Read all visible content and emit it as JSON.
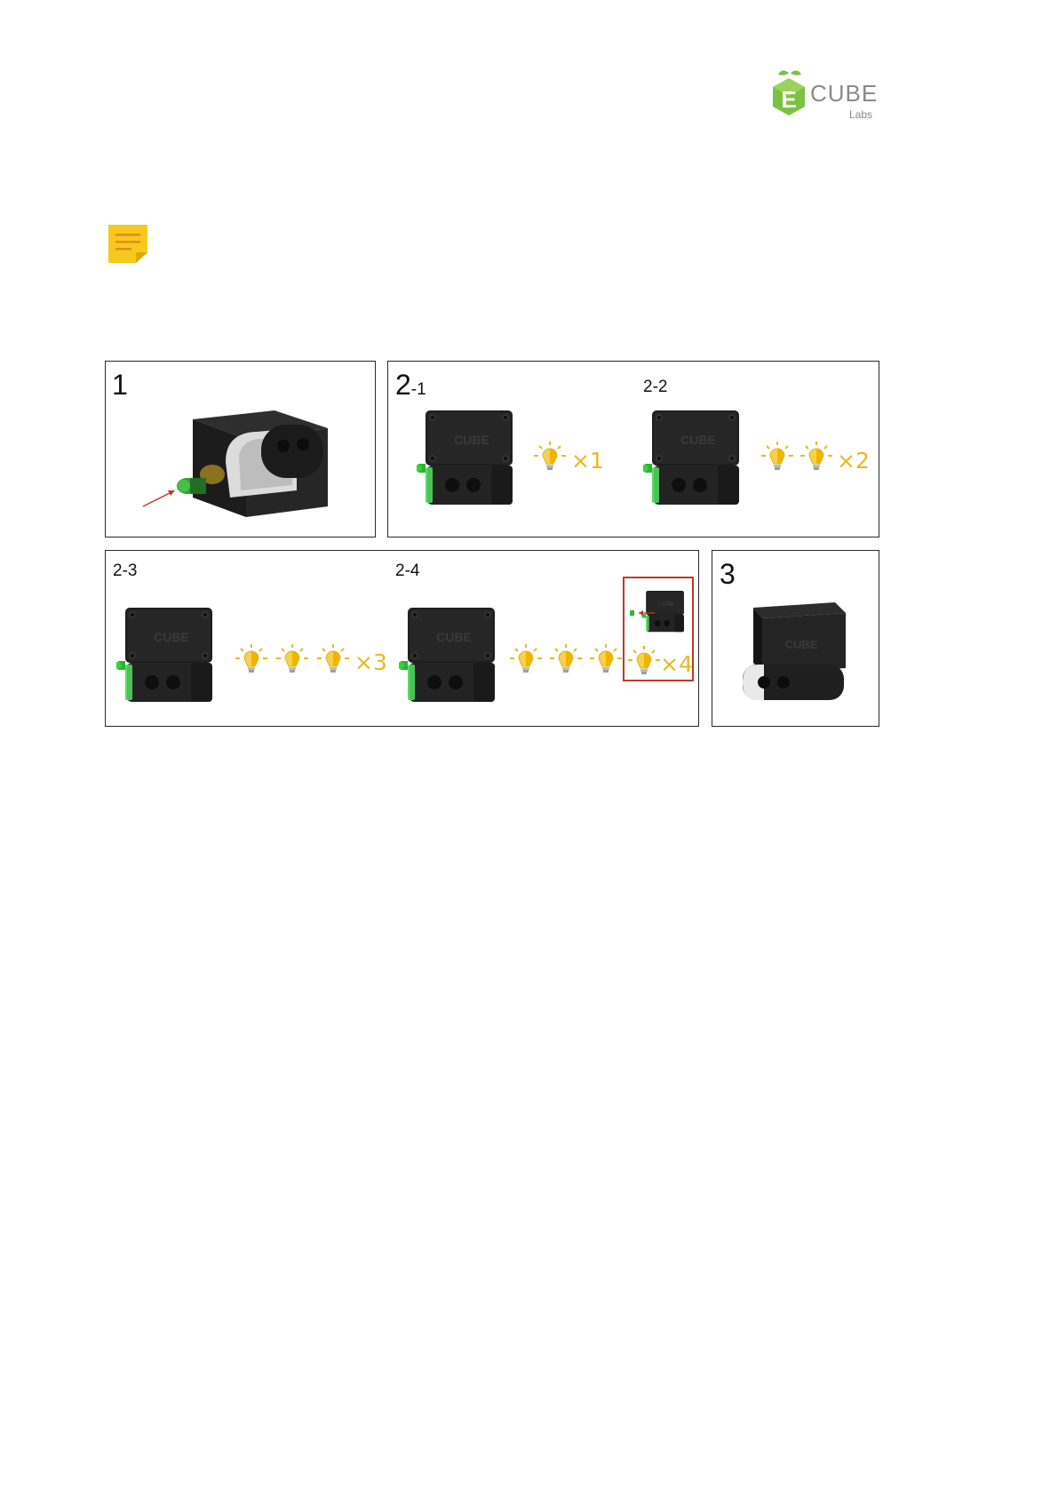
{
  "logo": {
    "main": "CUBE",
    "letter": "E",
    "sub": "Labs"
  },
  "note_icon": "sticky-note-icon",
  "steps": {
    "s1": "1",
    "s2_1_big": "2",
    "s2_1_small": "-1",
    "s2_2": "2-2",
    "s2_3": "2-3",
    "s2_4": "2-4",
    "s3": "3"
  },
  "counts": {
    "c1": "×1",
    "c2": "×2",
    "c3": "×3",
    "c4": "×4"
  },
  "device_brand": "CUBE",
  "colors": {
    "accent_yellow": "#e8b923",
    "highlight_red": "#c0392b",
    "led_green": "#35c83a",
    "logo_green": "#7cc242"
  }
}
